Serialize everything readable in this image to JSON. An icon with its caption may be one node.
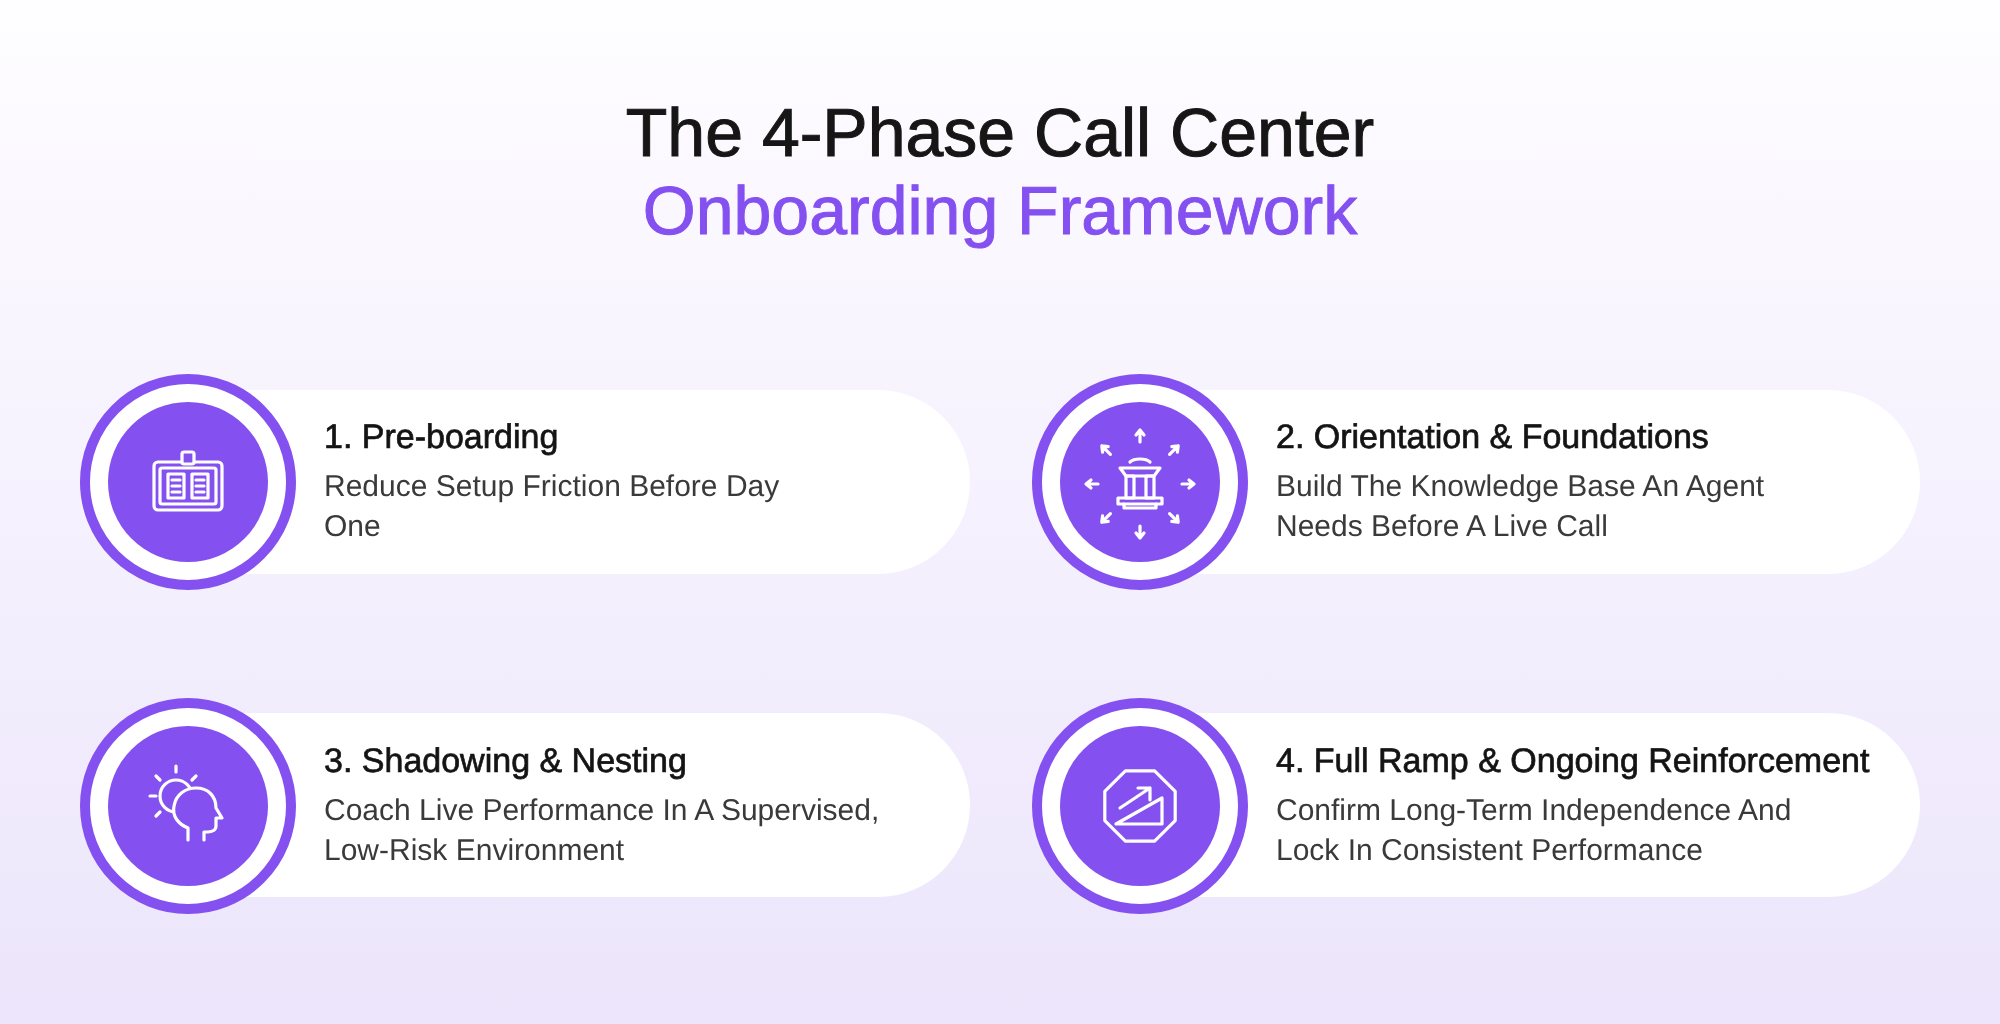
{
  "diagram": {
    "title": "The 4-Phase Call Center **Onboarding Framework**",
    "nodes": [
      {
        "text": [
          "1. Pre-boarding",
          "Reduce Setup Friction Before Day One"
        ]
      },
      {
        "text": [
          "2. Orientation & Foundations",
          "Build The Knowledge Base An Agent Needs Before A Live Call"
        ]
      },
      {
        "text": [
          "3. Shadowing & Nesting",
          "Coach Live Performance In A Supervised, Low-Risk Environment"
        ]
      },
      {
        "text": [
          "4. Full Ramp & Ongoing Reinforcement",
          "Confirm Long-Term Independence And Lock In Consistent Performance"
        ]
      }
    ]
  }
}
